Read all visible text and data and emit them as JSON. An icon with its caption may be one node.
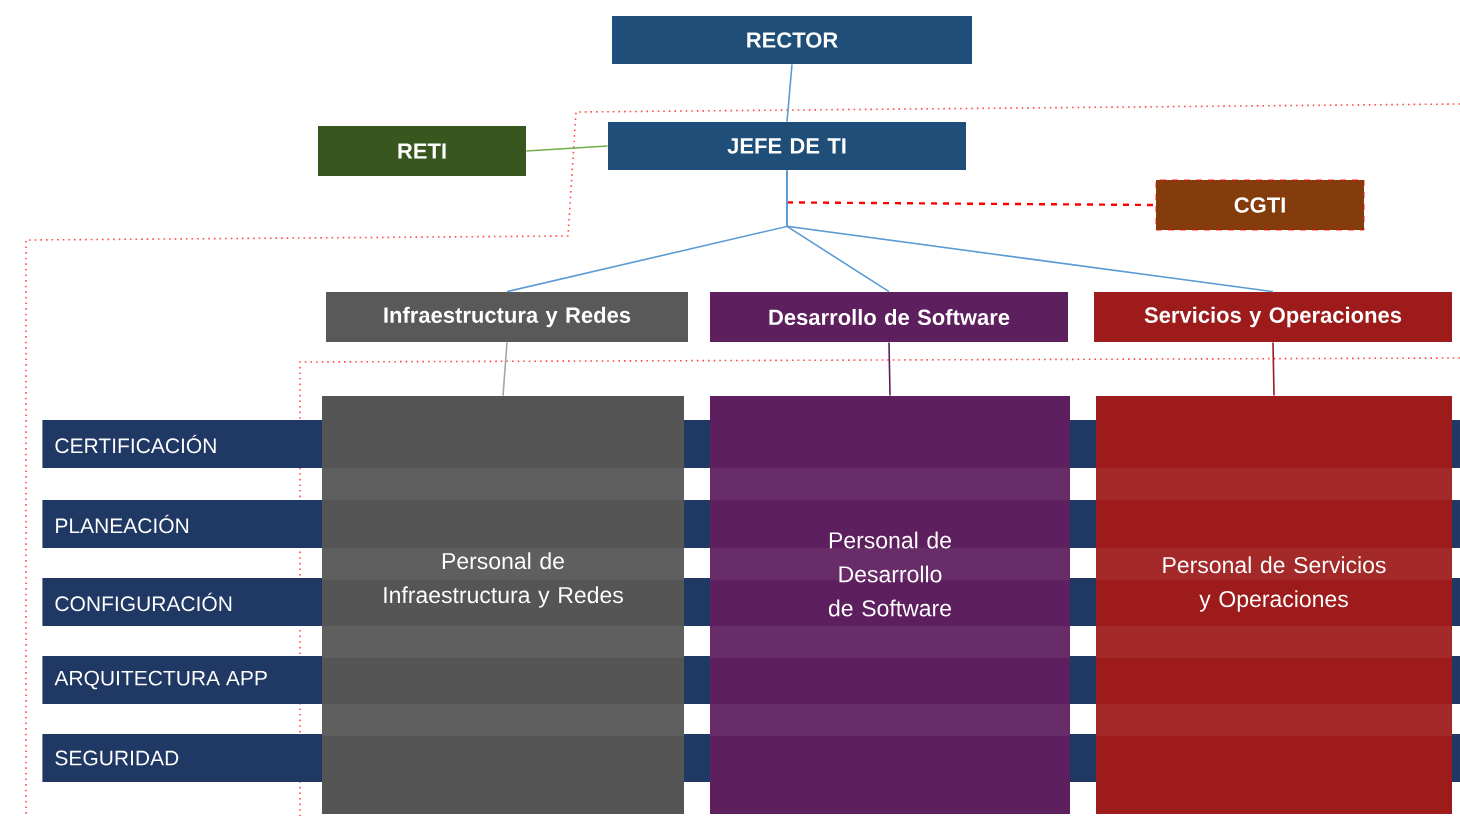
{
  "diagram": {
    "nodes": [
      {
        "text": [
          "RECTOR"
        ]
      },
      {
        "text": [
          "RETI"
        ]
      },
      {
        "text": [
          "JEFE DE TI"
        ]
      },
      {
        "text": [
          "CGTI"
        ]
      },
      {
        "text": [
          "Infraestructura y Redes"
        ]
      },
      {
        "text": [
          "Desarrollo de Software"
        ]
      },
      {
        "text": [
          "Servicios y Operaciones"
        ]
      },
      {
        "text": [
          "CERTIFICACIÓN"
        ]
      },
      {
        "text": [
          "PLANEACIÓN"
        ]
      },
      {
        "text": [
          "CONFIGURACIÓN"
        ]
      },
      {
        "text": [
          "ARQUITECTURA APP"
        ]
      },
      {
        "text": [
          "SEGURIDAD"
        ]
      },
      {
        "text": [
          "Personal de Infraestructura y Redes"
        ]
      },
      {
        "text": [
          "Personal de Desarrollo de Software"
        ]
      },
      {
        "text": [
          "Personal de Servicios y Operaciones"
        ]
      }
    ],
    "edges": [
      {
        "from": 0,
        "to": 2,
        "arrow": "none"
      },
      {
        "from": 1,
        "to": 2,
        "arrow": "none",
        "color": "#70ad47"
      },
      {
        "from": 2,
        "to": 3,
        "arrow": "none",
        "style": "dashed",
        "color": "#ff0000"
      },
      {
        "from": 2,
        "to": 4,
        "arrow": "none"
      },
      {
        "from": 2,
        "to": 5,
        "arrow": "none"
      },
      {
        "from": 2,
        "to": 6,
        "arrow": "none"
      },
      {
        "from": 4,
        "to": 12,
        "arrow": "none",
        "color": "#a6a6a6"
      },
      {
        "from": 5,
        "to": 13,
        "arrow": "none",
        "color": "#5e1f5e"
      },
      {
        "from": 6,
        "to": 14,
        "arrow": "none",
        "color": "#9e1b1b"
      }
    ]
  }
}
